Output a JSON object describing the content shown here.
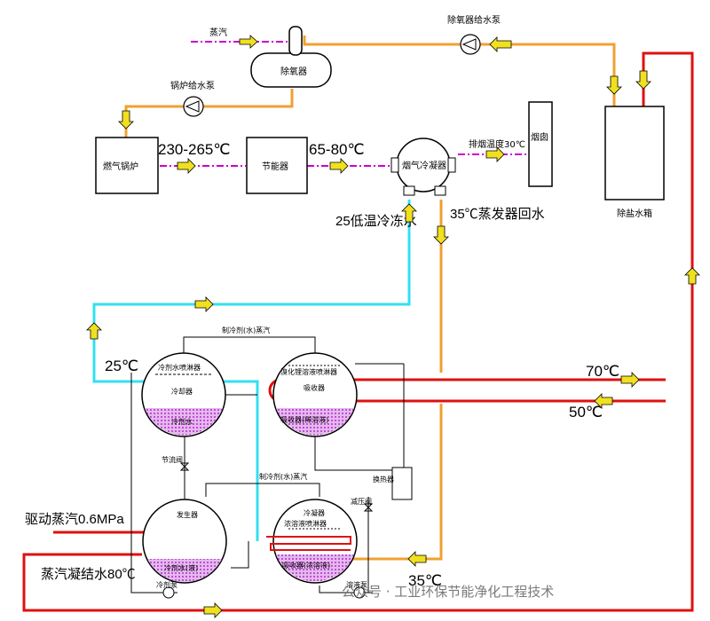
{
  "colors": {
    "steam": "#cc00cc",
    "orange": "#f0a030",
    "cyan": "#33e0f0",
    "red": "#e01010",
    "arrow_fill": "#f0e020",
    "solution": "#d070e0",
    "watermark": "#7a7a7a"
  },
  "labels": {
    "steam": "蒸汽",
    "deaerator_pump": "除氧器给水泵",
    "deaerator": "除氧器",
    "boiler_pump": "锅炉给水泵",
    "boiler": "燃气锅炉",
    "temp_boiler_out": "230-265℃",
    "economizer": "节能器",
    "temp_economizer_out": "65-80℃",
    "flue_condenser": "烟气冷凝器",
    "exhaust_temp": "排烟温度30℃",
    "chimney": "烟囱",
    "desalted_tank": "除盐水箱",
    "low_temp_cooling_water": "25低温冷冻水",
    "evaporator_return": "35℃蒸发器回水",
    "refrigerant_steam_top": "制冷剂(水)蒸汽",
    "cw_in_temp": "25℃",
    "hot_out_temp": "70℃",
    "hot_in_temp": "50℃",
    "evaporator_sprayer": "冷剂水喷淋器",
    "evaporator": "冷却器",
    "evap_bottom": "冷剂水",
    "absorber_sprayer": "溴化锂溶液喷淋器",
    "absorber": "吸收器",
    "absorber_bottom": "吸收器(稀溶液)",
    "throttle_valve": "节流阀",
    "refrigerant_steam_mid": "制冷剂(水)蒸汽",
    "heat_exchanger": "换热器",
    "drive_steam": "驱动蒸汽0.6MPa",
    "generator": "发生器",
    "generator_bottom": "冷剂水(液)",
    "condensate": "蒸汽凝结水80℃",
    "condenser_top": "冷凝器",
    "condenser_sprayer": "浓溶液喷淋器",
    "condenser_bottom": "吸收器(浓溶液)",
    "expansion_valve": "减压阀",
    "water_pump": "冷剂泵",
    "solution_pump": "溶液泵",
    "bottom_temp": "35℃",
    "watermark": "公众号 · 工业环保节能净化工程技术"
  }
}
